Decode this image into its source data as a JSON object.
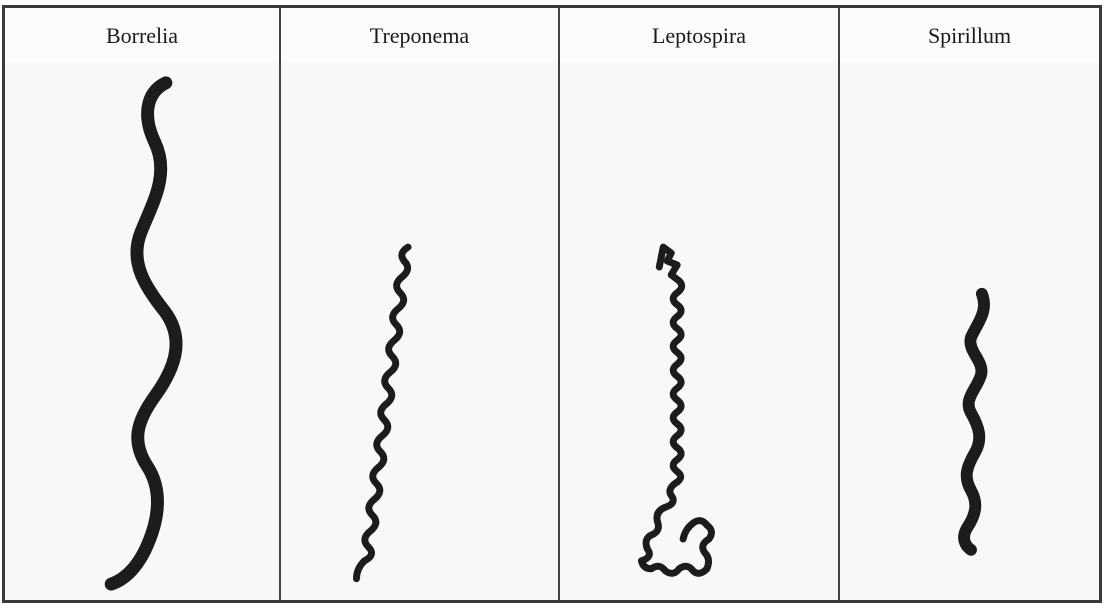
{
  "table": {
    "columns": [
      {
        "label": "Borrelia"
      },
      {
        "label": "Treponema"
      },
      {
        "label": "Leptospira"
      },
      {
        "label": "Spirillum"
      }
    ]
  }
}
